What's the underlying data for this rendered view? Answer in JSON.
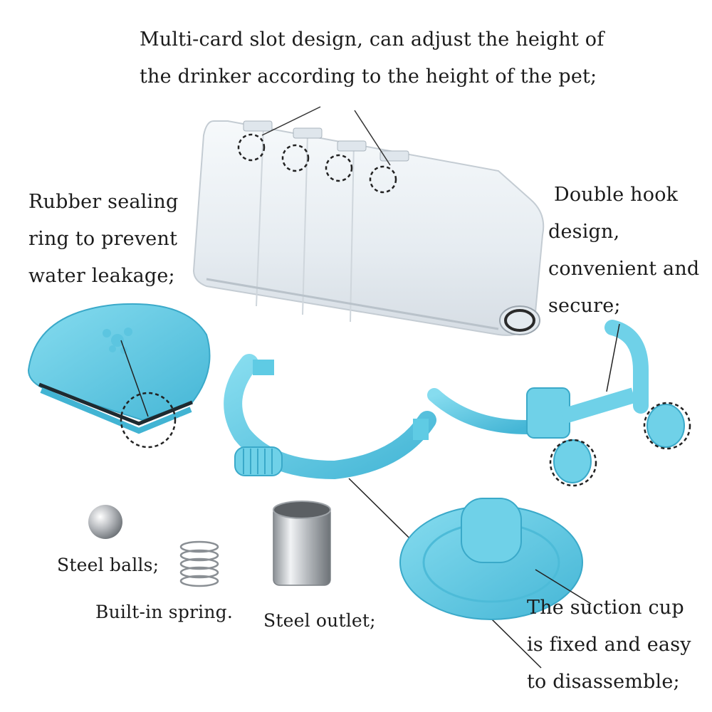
{
  "callouts": {
    "slot_design": {
      "lines": [
        "Multi-card slot design, can adjust the height of",
        "the drinker according to the height of the pet;"
      ]
    },
    "rubber_ring": {
      "lines": [
        "Rubber sealing",
        "ring to prevent",
        "water leakage;"
      ]
    },
    "double_hook": {
      "lines": [
        "Double hook",
        "design,",
        "convenient and",
        "secure;"
      ]
    },
    "suction_cup": {
      "lines": [
        "The suction cup",
        "is fixed and easy",
        "to disassemble;"
      ]
    },
    "steel_balls": {
      "text": "Steel balls;"
    },
    "spring": {
      "text": "Built-in spring."
    },
    "outlet": {
      "text": "Steel outlet;"
    }
  },
  "colors": {
    "plastic_blue": "#6fcfe6",
    "plastic_blue_dark": "#3fb3d4",
    "clear_body": "#eef2f5",
    "steel": "#c9ccd0"
  }
}
